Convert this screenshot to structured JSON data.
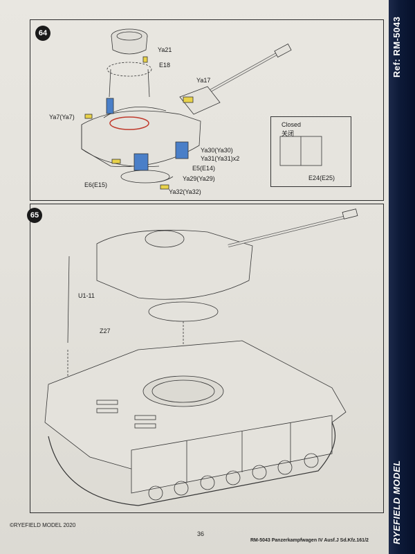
{
  "step64": {
    "number": "64",
    "parts": [
      "Ya21",
      "E18",
      "Ya17",
      "Ya7(Ya7)",
      "Ya30(Ya30)",
      "Ya31(Ya31)x2",
      "E5(E14)",
      "Ya29(Ya29)",
      "E6(E15)",
      "Ya32(Ya32)"
    ],
    "inset": {
      "title": "Closed",
      "title_cn": "关闭",
      "part": "E24(E25)"
    }
  },
  "step65": {
    "number": "65",
    "parts": [
      "U1-11",
      "Z27"
    ]
  },
  "spine": {
    "ref": "Ref: RM-5043",
    "brand": "RYEFIELD MODEL"
  },
  "footer": {
    "copyright": "©RYEFIELD MODEL 2020",
    "page": "36",
    "title": "RM-5043 Panzerkampfwagen IV Ausf.J Sd.Kfz.161/2"
  },
  "colors": {
    "accent_yellow": "#e8d24a",
    "accent_blue": "#4a7fc8",
    "accent_red": "#c0392b"
  }
}
